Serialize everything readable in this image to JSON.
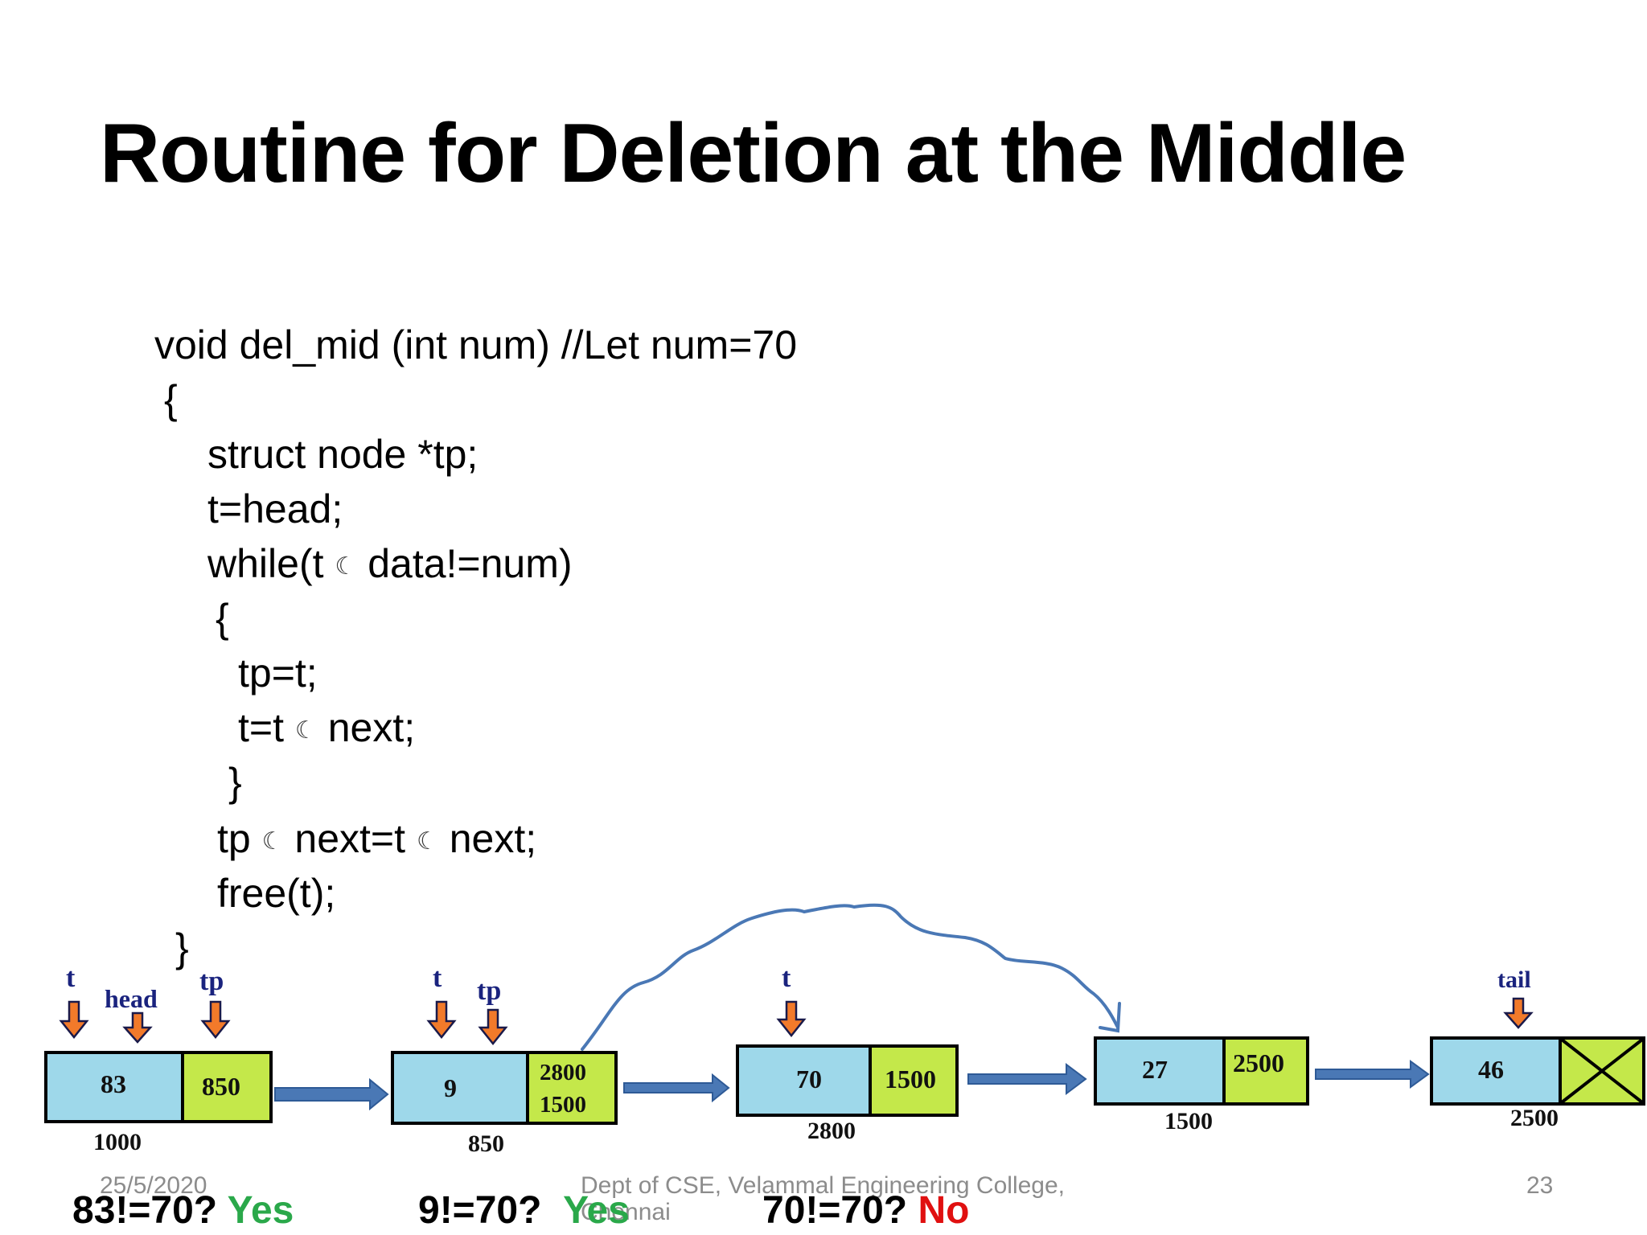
{
  "title": "Routine for Deletion at the Middle",
  "code_lines": [
    "void del_mid (int num) //Let num=70",
    "{",
    "struct node *tp;",
    "t=head;",
    "while(t",
    "data!=num)",
    "{",
    "tp=t;",
    "t=t",
    "next;",
    "}",
    "tp",
    "next=t",
    "next;",
    "free(t);",
    "}"
  ],
  "arrow_symbol": "☾",
  "diagram": {
    "nodes": [
      {
        "data": "83",
        "next": "850",
        "address": "1000"
      },
      {
        "data": "9",
        "next_old": "2800",
        "next_new": "1500",
        "address": "850"
      },
      {
        "data": "70",
        "next": "1500",
        "address": "2800"
      },
      {
        "data": "27",
        "next": "2500",
        "address": "1500"
      },
      {
        "data": "46",
        "next": "",
        "address": "2500"
      }
    ],
    "pointer_labels": {
      "t1": "t",
      "head": "head",
      "tp1": "tp",
      "t2": "t",
      "tp2": "tp",
      "t3": "t",
      "tail": "tail"
    }
  },
  "checks": [
    {
      "expr": "83!=70?",
      "result": "Yes"
    },
    {
      "expr": "9!=70?",
      "result": "Yes"
    },
    {
      "expr": "70!=70?",
      "result": "No"
    }
  ],
  "footer": {
    "date": "25/5/2020",
    "center_line1": "Dept of CSE, Velammal Engineering College,",
    "center_line2": "Chennai",
    "page": "23"
  },
  "colors": {
    "node_data": "#9ed8ea",
    "node_next": "#c4e84a",
    "link_arrow": "#4a78b5",
    "pointer_arrow": "#f27a2a",
    "yes": "#2aa84a",
    "no": "#e01010"
  }
}
